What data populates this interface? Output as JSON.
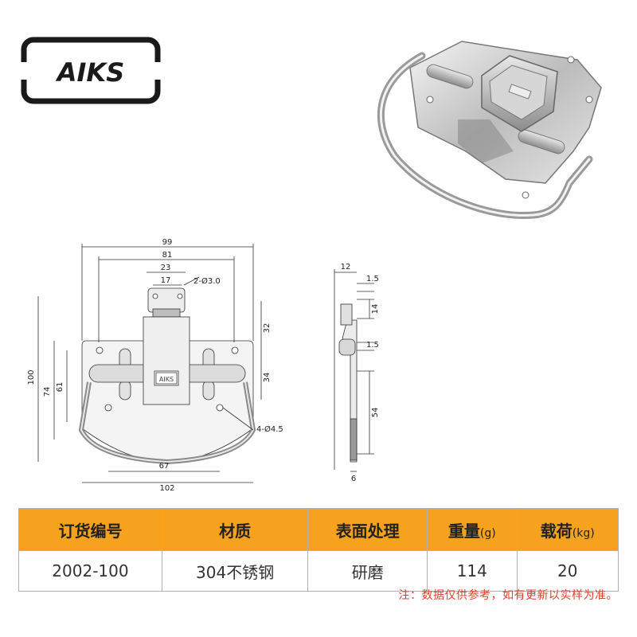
{
  "brand": {
    "name": "AIKS"
  },
  "drawing": {
    "front_dims": [
      "99",
      "81",
      "23",
      "17",
      "2-Ø3.0",
      "32",
      "34",
      "100",
      "74",
      "61",
      "4-Ø4.5",
      "67",
      "102"
    ],
    "side_dims": [
      "12",
      "1.5",
      "14",
      "1.5",
      "54",
      "6"
    ],
    "emblem_text": "AIKS"
  },
  "table": {
    "headers": [
      {
        "label": "订货编号",
        "unit": ""
      },
      {
        "label": "材质",
        "unit": ""
      },
      {
        "label": "表面处理",
        "unit": ""
      },
      {
        "label": "重量",
        "unit": "(g)"
      },
      {
        "label": "载荷",
        "unit": "(kg)"
      }
    ],
    "row": [
      "2002-100",
      "304不锈钢",
      "研磨",
      "114",
      "20"
    ]
  },
  "note": "注：数据仅供参考，如有更新以实样为准。",
  "colors": {
    "header_bg": "#f6a21e",
    "note": "#e0402a",
    "logo": "#1a1a1a"
  }
}
